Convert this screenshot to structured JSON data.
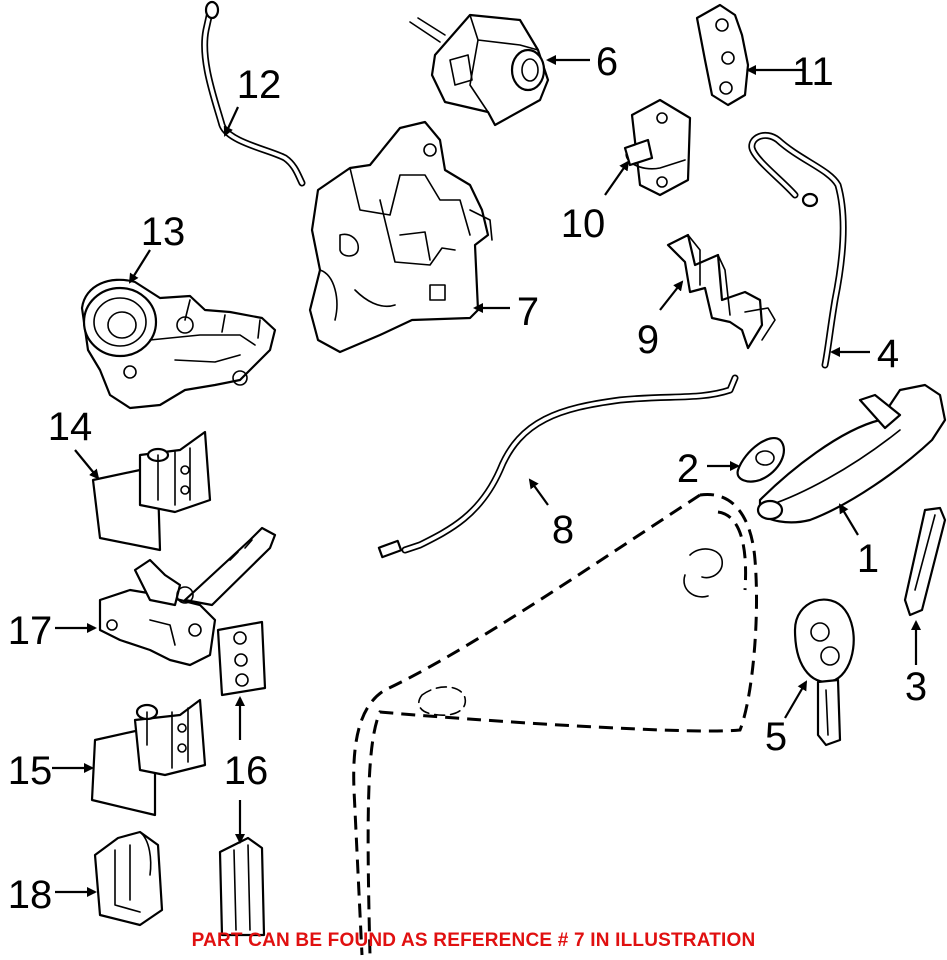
{
  "callouts": {
    "c1": "1",
    "c2": "2",
    "c3": "3",
    "c4": "4",
    "c5": "5",
    "c6": "6",
    "c7": "7",
    "c8": "8",
    "c9": "9",
    "c10": "10",
    "c11": "11",
    "c12": "12",
    "c13": "13",
    "c14": "14",
    "c15": "15",
    "c16": "16",
    "c17": "17",
    "c18": "18"
  },
  "footnote": "PART CAN BE FOUND AS REFERENCE # 7 IN ILLUSTRATION",
  "colors": {
    "footnote": "#e01010",
    "line": "#000000",
    "background": "#ffffff"
  }
}
